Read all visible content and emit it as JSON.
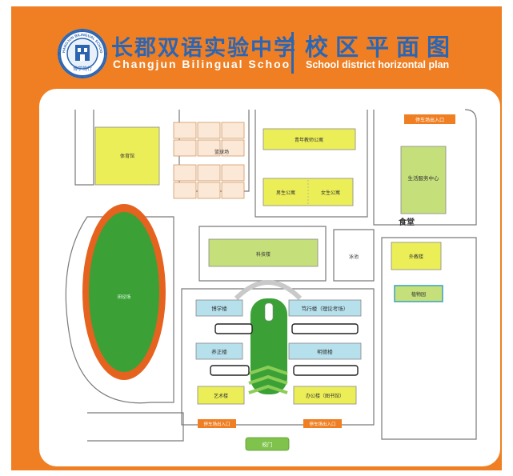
{
  "header": {
    "logo": {
      "ring_text": "CHANGJUN BILINGUAL SCHOOL",
      "motto": "博学笃行"
    },
    "title_cn": "长郡双语实验中学",
    "title_en": "Changjun Bilingual School",
    "plan_cn": "校区平面图",
    "plan_en": "School district horizontal plan"
  },
  "buildings": {
    "gym": "体育馆",
    "basketball": "篮球场",
    "teacher_apt": "青年教师公寓",
    "boys_dorm": "男生公寓",
    "girls_dorm": "女生公寓",
    "service_center": "生活服务中心",
    "canteen": "食堂",
    "field": "田径场",
    "science": "科技楼",
    "pool": "泳池",
    "foreign": "外教楼",
    "museum": "植物园",
    "boxue": "博学楼",
    "duxing": "笃行楼（理论考场）",
    "yangzheng": "养正楼",
    "mingde": "明德楼",
    "art": "艺术楼",
    "office": "办公楼（图书馆）",
    "gate": "校门"
  },
  "signs": {
    "parking": "停车场出入口"
  },
  "colors": {
    "frame_orange": "#ef7f22",
    "title_blue": "#2b66b5",
    "building_yellow": "#ecee58",
    "building_lime": "#c5e07b",
    "field_green": "#3ba137",
    "track_orange": "#e5621f",
    "teaching_blue": "#b6e0ec",
    "gate_green": "#80c34c"
  }
}
